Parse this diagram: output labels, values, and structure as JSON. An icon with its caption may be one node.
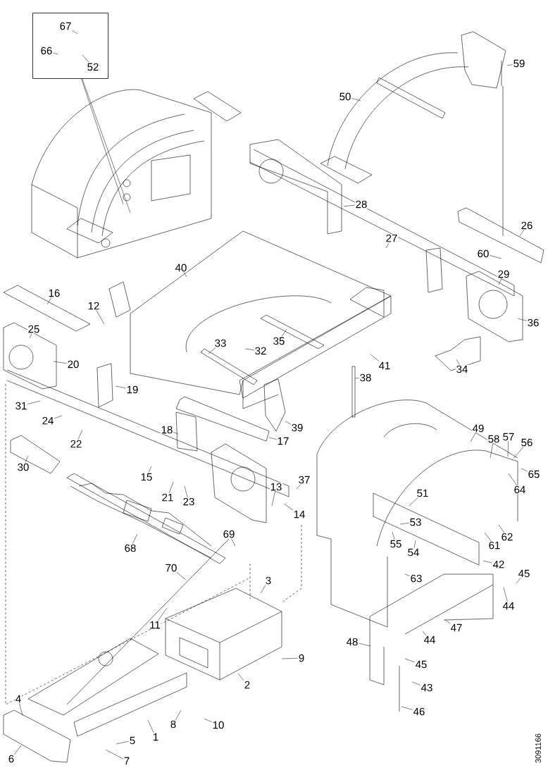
{
  "diagram": {
    "nodes": [
      {
        "text": [],
        "shape": "box"
      },
      {
        "text": [
          "67"
        ],
        "in": 0
      },
      {
        "text": [
          "66"
        ],
        "in": 0
      },
      {
        "text": [
          "52"
        ],
        "in": 0
      },
      {
        "text": [
          "59"
        ]
      },
      {
        "text": [
          "50"
        ]
      },
      {
        "text": [
          "28"
        ]
      },
      {
        "text": [
          "26"
        ]
      },
      {
        "text": [
          "27"
        ]
      },
      {
        "text": [
          "60"
        ]
      },
      {
        "text": [
          "40"
        ]
      },
      {
        "text": [
          "29"
        ]
      },
      {
        "text": [
          "16"
        ]
      },
      {
        "text": [
          "12"
        ]
      },
      {
        "text": [
          "36"
        ]
      },
      {
        "text": [
          "25"
        ]
      },
      {
        "text": [
          "35"
        ]
      },
      {
        "text": [
          "33"
        ]
      },
      {
        "text": [
          "32"
        ]
      },
      {
        "text": [
          "20"
        ]
      },
      {
        "text": [
          "41"
        ]
      },
      {
        "text": [
          "34"
        ]
      },
      {
        "text": [
          "38"
        ]
      },
      {
        "text": [
          "19"
        ]
      },
      {
        "text": [
          "31"
        ]
      },
      {
        "text": [
          "24"
        ]
      },
      {
        "text": [
          "39"
        ]
      },
      {
        "text": [
          "49"
        ]
      },
      {
        "text": [
          "18"
        ]
      },
      {
        "text": [
          "57"
        ]
      },
      {
        "text": [
          "58"
        ]
      },
      {
        "text": [
          "17"
        ]
      },
      {
        "text": [
          "56"
        ]
      },
      {
        "text": [
          "22"
        ]
      },
      {
        "text": [
          "30"
        ]
      },
      {
        "text": [
          "65"
        ]
      },
      {
        "text": [
          "15"
        ]
      },
      {
        "text": [
          "37"
        ]
      },
      {
        "text": [
          "13"
        ]
      },
      {
        "text": [
          "64"
        ]
      },
      {
        "text": [
          "51"
        ]
      },
      {
        "text": [
          "21"
        ]
      },
      {
        "text": [
          "23"
        ]
      },
      {
        "text": [
          "14"
        ]
      },
      {
        "text": [
          "53"
        ]
      },
      {
        "text": [
          "69"
        ]
      },
      {
        "text": [
          "62"
        ]
      },
      {
        "text": [
          "55"
        ]
      },
      {
        "text": [
          "61"
        ]
      },
      {
        "text": [
          "68"
        ]
      },
      {
        "text": [
          "54"
        ]
      },
      {
        "text": [
          "42"
        ]
      },
      {
        "text": [
          "70"
        ]
      },
      {
        "text": [
          "45"
        ]
      },
      {
        "text": [
          "63"
        ]
      },
      {
        "text": [
          "3"
        ]
      },
      {
        "text": [
          "44"
        ]
      },
      {
        "text": [
          "11"
        ]
      },
      {
        "text": [
          "47"
        ]
      },
      {
        "text": [
          "44"
        ]
      },
      {
        "text": [
          "48"
        ]
      },
      {
        "text": [
          "9"
        ]
      },
      {
        "text": [
          "45"
        ]
      },
      {
        "text": [
          "2"
        ]
      },
      {
        "text": [
          "43"
        ]
      },
      {
        "text": [
          "4"
        ]
      },
      {
        "text": [
          "46"
        ]
      },
      {
        "text": [
          "8"
        ]
      },
      {
        "text": [
          "10"
        ]
      },
      {
        "text": [
          "1"
        ]
      },
      {
        "text": [
          "5"
        ]
      },
      {
        "text": [
          "6"
        ]
      },
      {
        "text": [
          "7"
        ]
      }
    ],
    "edges": [
      {
        "from": 0,
        "to": null,
        "arrow": "none"
      },
      {
        "from": 0,
        "to": null,
        "arrow": "none"
      },
      {
        "from": 1,
        "to": null,
        "arrow": "none"
      },
      {
        "from": 2,
        "to": null,
        "arrow": "none"
      },
      {
        "from": 3,
        "to": null,
        "arrow": "none"
      },
      {
        "from": 4,
        "to": null,
        "arrow": "none"
      },
      {
        "from": 5,
        "to": null,
        "arrow": "none"
      },
      {
        "from": 6,
        "to": null,
        "arrow": "none"
      },
      {
        "from": 7,
        "to": null,
        "arrow": "none"
      },
      {
        "from": 8,
        "to": null,
        "arrow": "none"
      },
      {
        "from": 9,
        "to": null,
        "arrow": "none"
      },
      {
        "from": 10,
        "to": null,
        "arrow": "none"
      },
      {
        "from": 11,
        "to": null,
        "arrow": "none"
      },
      {
        "from": 12,
        "to": null,
        "arrow": "none"
      },
      {
        "from": 13,
        "to": null,
        "arrow": "none"
      },
      {
        "from": 14,
        "to": null,
        "arrow": "none"
      },
      {
        "from": 15,
        "to": null,
        "arrow": "none"
      },
      {
        "from": 16,
        "to": null,
        "arrow": "none"
      },
      {
        "from": 17,
        "to": null,
        "arrow": "none"
      },
      {
        "from": 18,
        "to": null,
        "arrow": "none"
      },
      {
        "from": 19,
        "to": null,
        "arrow": "none"
      },
      {
        "from": 20,
        "to": null,
        "arrow": "none"
      },
      {
        "from": 21,
        "to": null,
        "arrow": "none"
      },
      {
        "from": 22,
        "to": null,
        "arrow": "none"
      },
      {
        "from": 23,
        "to": null,
        "arrow": "none"
      },
      {
        "from": 24,
        "to": null,
        "arrow": "none"
      },
      {
        "from": 25,
        "to": null,
        "arrow": "none"
      },
      {
        "from": 26,
        "to": null,
        "arrow": "none"
      },
      {
        "from": 27,
        "to": null,
        "arrow": "none"
      },
      {
        "from": 28,
        "to": null,
        "arrow": "none"
      },
      {
        "from": 29,
        "to": null,
        "arrow": "none"
      },
      {
        "from": 30,
        "to": null,
        "arrow": "none"
      },
      {
        "from": 31,
        "to": null,
        "arrow": "none"
      },
      {
        "from": 32,
        "to": null,
        "arrow": "none"
      },
      {
        "from": 33,
        "to": null,
        "arrow": "none"
      },
      {
        "from": 34,
        "to": null,
        "arrow": "none"
      },
      {
        "from": 35,
        "to": null,
        "arrow": "none"
      },
      {
        "from": 36,
        "to": null,
        "arrow": "none"
      },
      {
        "from": 37,
        "to": null,
        "arrow": "none"
      },
      {
        "from": 38,
        "to": null,
        "arrow": "none"
      },
      {
        "from": 39,
        "to": null,
        "arrow": "none"
      },
      {
        "from": 40,
        "to": null,
        "arrow": "none"
      },
      {
        "from": 41,
        "to": null,
        "arrow": "none"
      },
      {
        "from": 42,
        "to": null,
        "arrow": "none"
      },
      {
        "from": 43,
        "to": null,
        "arrow": "none"
      },
      {
        "from": 44,
        "to": null,
        "arrow": "none"
      },
      {
        "from": 45,
        "to": null,
        "arrow": "none"
      },
      {
        "from": 46,
        "to": null,
        "arrow": "none"
      },
      {
        "from": 47,
        "to": null,
        "arrow": "none"
      },
      {
        "from": 48,
        "to": null,
        "arrow": "none"
      },
      {
        "from": 49,
        "to": null,
        "arrow": "none"
      },
      {
        "from": 50,
        "to": null,
        "arrow": "none"
      },
      {
        "from": 51,
        "to": null,
        "arrow": "none"
      },
      {
        "from": 52,
        "to": null,
        "arrow": "none"
      },
      {
        "from": 53,
        "to": null,
        "arrow": "none"
      },
      {
        "from": 54,
        "to": null,
        "arrow": "none"
      },
      {
        "from": 55,
        "to": null,
        "arrow": "none"
      },
      {
        "from": 56,
        "to": null,
        "arrow": "none"
      },
      {
        "from": 57,
        "to": null,
        "arrow": "none"
      },
      {
        "from": 58,
        "to": null,
        "arrow": "none"
      },
      {
        "from": 59,
        "to": null,
        "arrow": "none"
      },
      {
        "from": 60,
        "to": null,
        "arrow": "none"
      },
      {
        "from": 61,
        "to": null,
        "arrow": "none"
      },
      {
        "from": 62,
        "to": null,
        "arrow": "none"
      },
      {
        "from": 63,
        "to": null,
        "arrow": "none"
      },
      {
        "from": 64,
        "to": null,
        "arrow": "none"
      },
      {
        "from": 65,
        "to": null,
        "arrow": "none"
      },
      {
        "from": 66,
        "to": null,
        "arrow": "none"
      },
      {
        "from": 67,
        "to": null,
        "arrow": "none"
      },
      {
        "from": 68,
        "to": null,
        "arrow": "none"
      },
      {
        "from": 69,
        "to": null,
        "arrow": "none"
      },
      {
        "from": 70,
        "to": null,
        "arrow": "none"
      },
      {
        "from": 71,
        "to": null,
        "arrow": "none"
      },
      {
        "from": 72,
        "to": null,
        "arrow": "none"
      }
    ],
    "labels": [
      "3091166"
    ]
  }
}
